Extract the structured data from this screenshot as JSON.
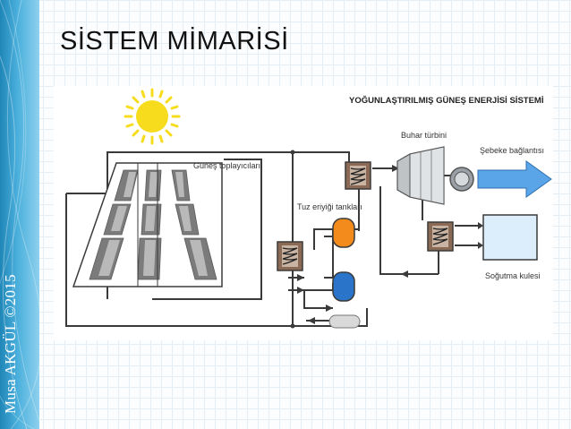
{
  "slide": {
    "title": "SİSTEM MİMARİSİ",
    "watermark": "Musa AKGÜL ©2015"
  },
  "diagram": {
    "heading": "YOĞUNLAŞTIRILMIŞ GÜNEŞ ENERJİSİ SİSTEMİ",
    "labels": {
      "collectors": "Güneş toplayıcıları",
      "turbine": "Buhar türbini",
      "grid": "Şebeke bağlantısı",
      "salt_tanks": "Tuz eriyiği tankları",
      "cooling": "Soğutma kulesi"
    },
    "colors": {
      "sun": "#f7dc1e",
      "hot_tank": "#f28b1c",
      "cold_tank": "#2a74c9",
      "grid_arrow": "#5aa5e8",
      "cooling_tower": "#dcedfb",
      "heat_exchanger": "#8a6a55",
      "sidebar": "#2e97c9"
    }
  }
}
